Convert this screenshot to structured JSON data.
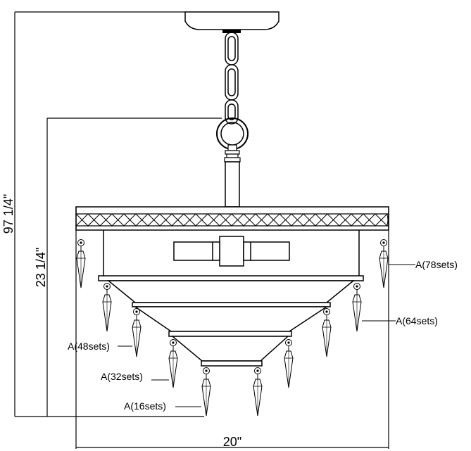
{
  "dimensions": {
    "overall_height": "97 1/4\"",
    "body_height": "23 1/4\"",
    "width": "20\""
  },
  "callouts": [
    {
      "id": "tier-78",
      "label": "A(78sets)"
    },
    {
      "id": "tier-64",
      "label": "A(64sets)"
    },
    {
      "id": "tier-48",
      "label": "A(48sets)"
    },
    {
      "id": "tier-32",
      "label": "A(32sets)"
    },
    {
      "id": "tier-16",
      "label": "A(16sets)"
    }
  ]
}
